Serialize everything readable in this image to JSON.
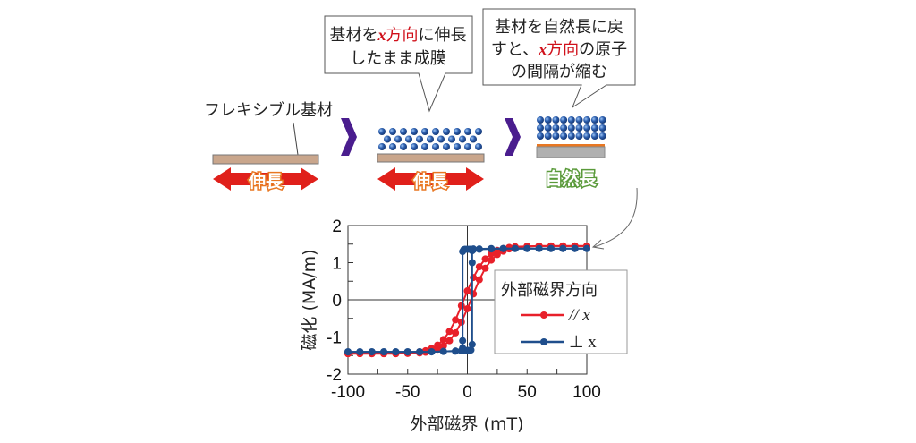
{
  "diagram": {
    "substrate_label": "フレキシブル基材",
    "stretch_label": "伸長",
    "natural_label": "自然長",
    "callout1": {
      "line1_a": "基材を",
      "line1_x": "x",
      "line1_b": "方向",
      "line1_c": "に伸長",
      "line2": "したまま成膜"
    },
    "callout2": {
      "line1": "基材を自然長に戻",
      "line2_a": "すと、",
      "line2_x": "x",
      "line2_b": "方向",
      "line2_c": "の原子",
      "line3": "の間隔が縮む"
    },
    "colors": {
      "substrate": "#c9a68c",
      "arrow": "#e0201b",
      "chevron": "#4a1d8e",
      "atom": "#2d5fae",
      "natural": "#5a9a3a",
      "stretch_outline": "#e87722"
    }
  },
  "chart_data": {
    "type": "line",
    "title": "",
    "xlabel": "外部磁界 (mT)",
    "ylabel": "磁化 (MA/m)",
    "xlim": [
      -100,
      100
    ],
    "ylim": [
      -2,
      2
    ],
    "xticks": [
      "-100",
      "-50",
      "0",
      "50",
      "100"
    ],
    "yticks": [
      "2",
      "1",
      "0",
      "-1",
      "-2"
    ],
    "legend": {
      "title": "外部磁界方向",
      "placement": "right",
      "entries": [
        "// x",
        "⊥ x"
      ]
    },
    "series": [
      {
        "name": "// x",
        "color": "#e8202a",
        "x_up": [
          -100,
          -90,
          -80,
          -70,
          -60,
          -50,
          -40,
          -35,
          -30,
          -25,
          -20,
          -15,
          -10,
          -5,
          0,
          5,
          10,
          15,
          20,
          25,
          30,
          35,
          40,
          50,
          60,
          70,
          80,
          90,
          100
        ],
        "y_up": [
          -1.45,
          -1.45,
          -1.45,
          -1.45,
          -1.45,
          -1.44,
          -1.43,
          -1.41,
          -1.38,
          -1.33,
          -1.24,
          -1.1,
          -0.89,
          -0.6,
          -0.24,
          0.16,
          0.54,
          0.85,
          1.07,
          1.22,
          1.31,
          1.37,
          1.4,
          1.44,
          1.45,
          1.45,
          1.45,
          1.45,
          1.45
        ],
        "x_down": [
          100,
          90,
          80,
          70,
          60,
          50,
          40,
          35,
          30,
          25,
          20,
          15,
          10,
          5,
          0,
          -5,
          -10,
          -15,
          -20,
          -25,
          -30,
          -35,
          -40,
          -50,
          -60,
          -70,
          -80,
          -90,
          -100
        ],
        "y_down": [
          1.45,
          1.45,
          1.45,
          1.45,
          1.45,
          1.44,
          1.43,
          1.41,
          1.38,
          1.33,
          1.24,
          1.1,
          0.89,
          0.6,
          0.24,
          -0.16,
          -0.54,
          -0.85,
          -1.07,
          -1.22,
          -1.31,
          -1.37,
          -1.4,
          -1.44,
          -1.45,
          -1.45,
          -1.45,
          -1.45,
          -1.45
        ]
      },
      {
        "name": "⊥ x",
        "color": "#1f4e8c",
        "x_up": [
          -100,
          -90,
          -80,
          -70,
          -60,
          -50,
          -40,
          -30,
          -20,
          -10,
          -5,
          -2,
          0,
          2,
          3,
          4,
          4,
          4,
          5,
          10,
          20,
          30,
          40,
          50,
          60,
          70,
          80,
          90,
          100
        ],
        "y_up": [
          -1.4,
          -1.4,
          -1.4,
          -1.4,
          -1.4,
          -1.4,
          -1.4,
          -1.4,
          -1.39,
          -1.38,
          -1.37,
          -1.36,
          -1.36,
          -1.36,
          -1.35,
          -1.2,
          1.0,
          1.32,
          1.35,
          1.36,
          1.37,
          1.38,
          1.38,
          1.38,
          1.38,
          1.38,
          1.38,
          1.38,
          1.38
        ],
        "x_down": [
          100,
          90,
          80,
          70,
          60,
          50,
          40,
          30,
          20,
          10,
          5,
          2,
          0,
          -2,
          -3,
          -4,
          -4,
          -4,
          -5,
          -10,
          -20,
          -30,
          -40,
          -50,
          -60,
          -70,
          -80,
          -90,
          -100
        ],
        "y_down": [
          1.38,
          1.38,
          1.38,
          1.38,
          1.38,
          1.38,
          1.38,
          1.38,
          1.38,
          1.37,
          1.37,
          1.36,
          1.36,
          1.36,
          1.35,
          1.3,
          -1.1,
          -1.3,
          -1.37,
          -1.38,
          -1.39,
          -1.4,
          -1.4,
          -1.4,
          -1.4,
          -1.4,
          -1.4,
          -1.4,
          -1.4
        ]
      }
    ]
  }
}
